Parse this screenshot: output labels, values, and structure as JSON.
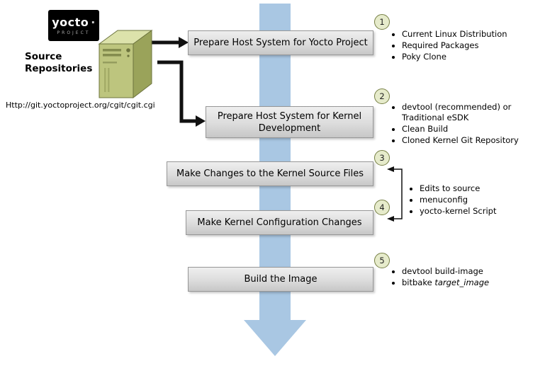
{
  "logo": {
    "name": "yocto",
    "dot": "·",
    "subtitle": "PROJECT"
  },
  "source": {
    "title_line1": "Source",
    "title_line2": "Repositories",
    "url": "Http://git.yoctoproject.org/cgit/cgit.cgi"
  },
  "steps": [
    {
      "num": "1",
      "label": "Prepare Host System for Yocto Project",
      "bullets": [
        "Current Linux Distribution",
        "Required Packages",
        "Poky Clone"
      ]
    },
    {
      "num": "2",
      "label": "Prepare Host System for Kernel Development",
      "bullets": [
        "devtool (recommended) or Traditional eSDK",
        "Clean Build",
        "Cloned Kernel Git Repository"
      ]
    },
    {
      "num": "3",
      "label": "Make Changes to the Kernel Source Files",
      "bullets": []
    },
    {
      "num": "4",
      "label": "Make Kernel Configuration Changes",
      "bullets": []
    },
    {
      "num": "5",
      "label": "Build the Image",
      "bullets": [
        "devtool build-image"
      ]
    }
  ],
  "shared_bullets_steps_3_4": [
    "Edits to source",
    "menuconfig",
    "yocto-kernel Script"
  ],
  "step5_composed_bullet": {
    "prefix": "bitbake ",
    "italic": "target_image"
  },
  "colors": {
    "flow_arrow": "#a9c7e3",
    "connector": "#111111",
    "step_circle_fill": "#e6ebcb",
    "step_circle_border": "#767f44",
    "box_gradient_top": "#efefef",
    "box_gradient_bottom": "#c7c7c7",
    "server_front": "#bdc57e",
    "server_top": "#dce2ab",
    "server_side": "#9aa35a"
  }
}
